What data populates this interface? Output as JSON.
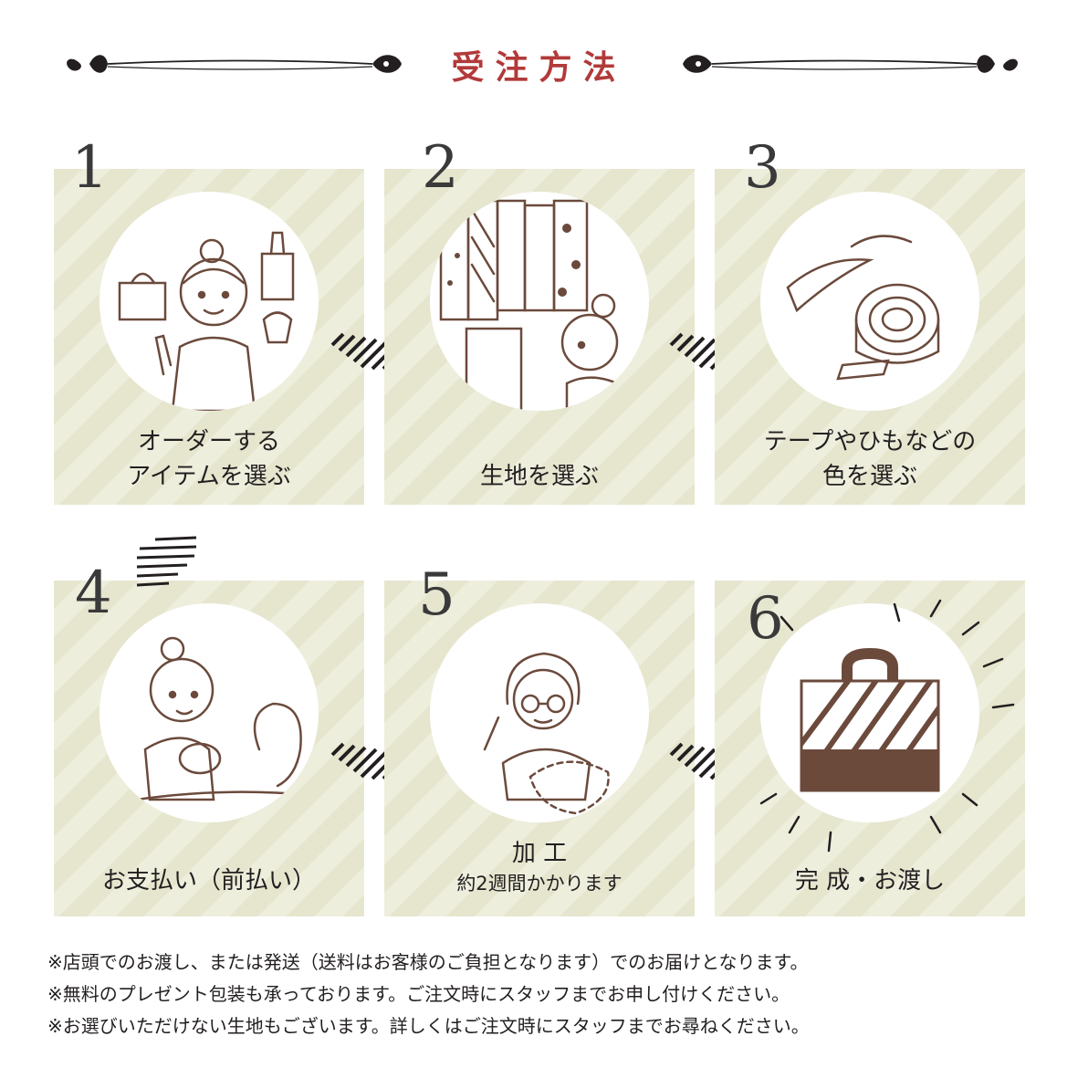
{
  "title": "受注方法",
  "colors": {
    "accent": "#b23a3a",
    "panel_stripe_a": "#e6e6cf",
    "panel_stripe_b": "#eeeedd",
    "illustration": "#6b4a3c"
  },
  "steps": [
    {
      "number": "1",
      "lines": [
        "オーダーする",
        "アイテムを選ぶ"
      ],
      "icon": "girl-with-bags-icon"
    },
    {
      "number": "2",
      "lines": [
        "生地を選ぶ"
      ],
      "icon": "fabric-shelf-icon"
    },
    {
      "number": "3",
      "lines": [
        "テープやひもなどの",
        "色を選ぶ"
      ],
      "icon": "tape-roll-icon"
    },
    {
      "number": "4",
      "lines": [
        "お支払い（前払い）"
      ],
      "icon": "payment-icon"
    },
    {
      "number": "5",
      "lines": [
        "加 工"
      ],
      "sub": "約2週間かかります",
      "icon": "sewing-icon"
    },
    {
      "number": "6",
      "lines": [
        "完 成・お渡し"
      ],
      "icon": "finished-bag-icon"
    }
  ],
  "notes": [
    "※店頭でのお渡し、または発送（送料はお客様のご負担となります）でのお届けとなります。",
    "※無料のプレゼント包装も承っております。ご注文時にスタッフまでお申し付けください。",
    "※お選びいただけない生地もございます。詳しくはご注文時にスタッフまでお尋ねください。"
  ]
}
